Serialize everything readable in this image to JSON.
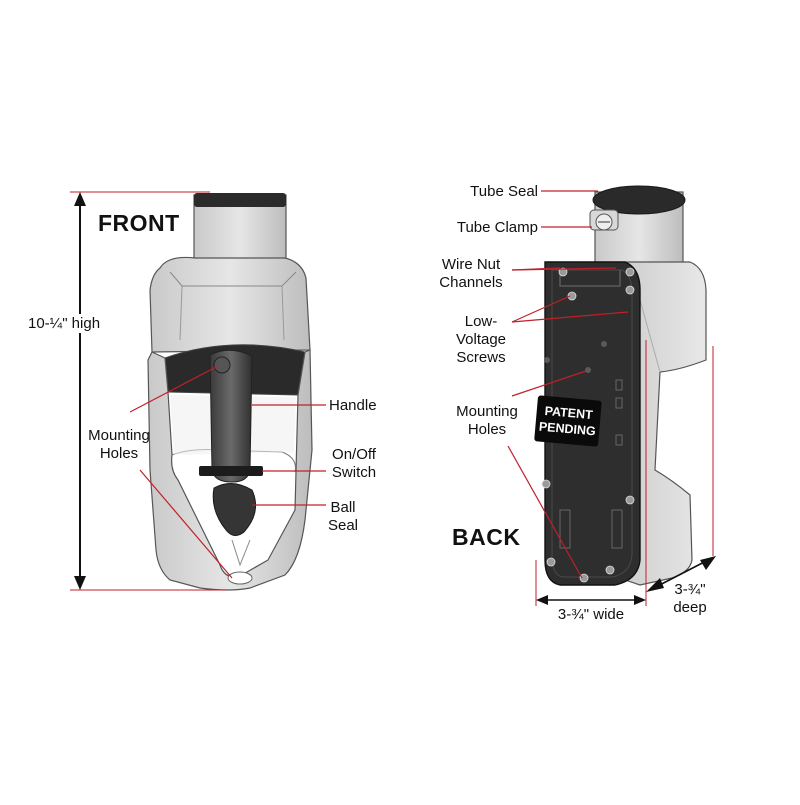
{
  "front": {
    "title": "FRONT",
    "height_dim": "10-¼\" high",
    "labels": {
      "mounting_holes_1": "Mounting",
      "mounting_holes_2": "Holes",
      "handle": "Handle",
      "on_off_1": "On/Off",
      "on_off_2": "Switch",
      "ball_seal_1": "Ball",
      "ball_seal_2": "Seal"
    }
  },
  "back": {
    "title": "BACK",
    "labels": {
      "tube_seal": "Tube Seal",
      "tube_clamp": "Tube Clamp",
      "wire_nut_1": "Wire Nut",
      "wire_nut_2": "Channels",
      "low_voltage_1": "Low-",
      "low_voltage_2": "Voltage",
      "low_voltage_3": "Screws",
      "mounting_holes_1": "Mounting",
      "mounting_holes_2": "Holes"
    },
    "badge_line1": "PATENT",
    "badge_line2": "PENDING",
    "width_dim": "3-¾\" wide",
    "depth_dim_1": "3-¾\"",
    "depth_dim_2": "deep"
  },
  "colors": {
    "body": "#d9d9d9",
    "body_shade": "#b7b7b7",
    "outline": "#555555",
    "dark": "#333333",
    "pointer": "#c0202a",
    "back_plate": "#2e2e2e"
  }
}
